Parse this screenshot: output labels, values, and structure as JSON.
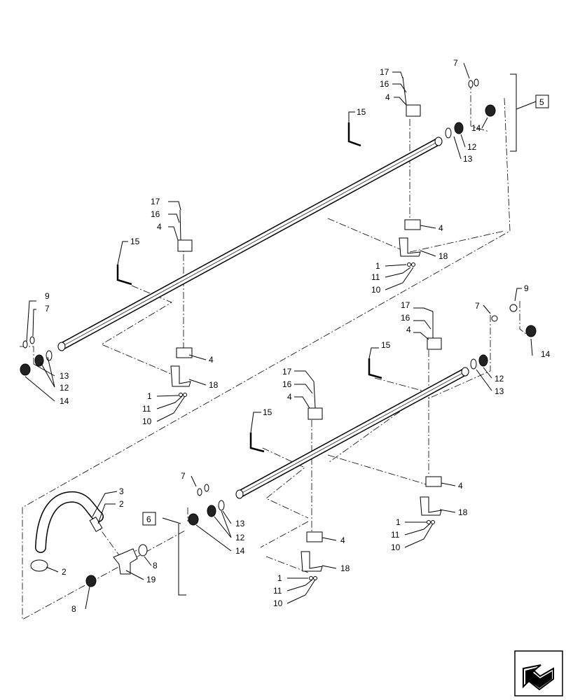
{
  "figure": {
    "callouts": [
      {
        "id": "c-17a",
        "text": "17"
      },
      {
        "id": "c-16a",
        "text": "16"
      },
      {
        "id": "c-4a",
        "text": "4"
      },
      {
        "id": "c-15a",
        "text": "15"
      },
      {
        "id": "c-7a",
        "text": "7"
      },
      {
        "id": "c-14a",
        "text": "14"
      },
      {
        "id": "c-12a",
        "text": "12"
      },
      {
        "id": "c-13a",
        "text": "13"
      },
      {
        "id": "c-4b",
        "text": "4"
      },
      {
        "id": "c-18a",
        "text": "18"
      },
      {
        "id": "c-1a",
        "text": "1"
      },
      {
        "id": "c-11a",
        "text": "11"
      },
      {
        "id": "c-10a",
        "text": "10"
      },
      {
        "id": "c-17b",
        "text": "17"
      },
      {
        "id": "c-16b",
        "text": "16"
      },
      {
        "id": "c-4c",
        "text": "4"
      },
      {
        "id": "c-15b",
        "text": "15"
      },
      {
        "id": "c-9a",
        "text": "9"
      },
      {
        "id": "c-7b",
        "text": "7"
      },
      {
        "id": "c-13b",
        "text": "13"
      },
      {
        "id": "c-12b",
        "text": "12"
      },
      {
        "id": "c-14b",
        "text": "14"
      },
      {
        "id": "c-4d",
        "text": "4"
      },
      {
        "id": "c-18b",
        "text": "18"
      },
      {
        "id": "c-1b",
        "text": "1"
      },
      {
        "id": "c-11b",
        "text": "11"
      },
      {
        "id": "c-10b",
        "text": "10"
      },
      {
        "id": "c-17c",
        "text": "17"
      },
      {
        "id": "c-16c",
        "text": "16"
      },
      {
        "id": "c-4e",
        "text": "4"
      },
      {
        "id": "c-15c",
        "text": "15"
      },
      {
        "id": "c-7c",
        "text": "7"
      },
      {
        "id": "c-9b",
        "text": "9"
      },
      {
        "id": "c-14c",
        "text": "14"
      },
      {
        "id": "c-12c",
        "text": "12"
      },
      {
        "id": "c-13c",
        "text": "13"
      },
      {
        "id": "c-4f",
        "text": "4"
      },
      {
        "id": "c-18c",
        "text": "18"
      },
      {
        "id": "c-1c",
        "text": "1"
      },
      {
        "id": "c-11c",
        "text": "11"
      },
      {
        "id": "c-10c",
        "text": "10"
      },
      {
        "id": "c-17d",
        "text": "17"
      },
      {
        "id": "c-16d",
        "text": "16"
      },
      {
        "id": "c-4g",
        "text": "4"
      },
      {
        "id": "c-15d",
        "text": "15"
      },
      {
        "id": "c-7d",
        "text": "7"
      },
      {
        "id": "c-3",
        "text": "3"
      },
      {
        "id": "c-2a",
        "text": "2"
      },
      {
        "id": "c-2b",
        "text": "2"
      },
      {
        "id": "c-13d",
        "text": "13"
      },
      {
        "id": "c-12d",
        "text": "12"
      },
      {
        "id": "c-14d",
        "text": "14"
      },
      {
        "id": "c-8a",
        "text": "8"
      },
      {
        "id": "c-19",
        "text": "19"
      },
      {
        "id": "c-8b",
        "text": "8"
      },
      {
        "id": "c-4h",
        "text": "4"
      },
      {
        "id": "c-18d",
        "text": "18"
      },
      {
        "id": "c-1d",
        "text": "1"
      },
      {
        "id": "c-11d",
        "text": "11"
      },
      {
        "id": "c-10d",
        "text": "10"
      }
    ],
    "assembly_boxes": [
      {
        "id": "box-5",
        "text": "5"
      },
      {
        "id": "box-6",
        "text": "6"
      }
    ],
    "nav_icon": "arrow-back-icon"
  }
}
